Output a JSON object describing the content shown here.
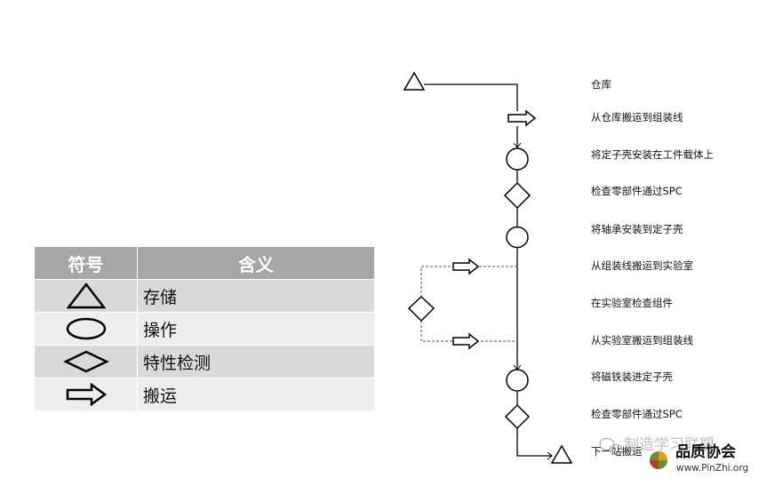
{
  "legend": {
    "header_symbol": "符号",
    "header_meaning": "含义",
    "rows": [
      {
        "icon": "triangle-icon",
        "meaning": "存储"
      },
      {
        "icon": "ellipse-icon",
        "meaning": "操作"
      },
      {
        "icon": "diamond-icon",
        "meaning": "特性检测"
      },
      {
        "icon": "arrow-icon",
        "meaning": "搬运"
      }
    ]
  },
  "flow": {
    "steps": [
      {
        "symbol": "storage",
        "label": "仓库"
      },
      {
        "symbol": "transport",
        "label": "从仓库搬运到组装线"
      },
      {
        "symbol": "operation",
        "label": "将定子壳安装在工件载体上"
      },
      {
        "symbol": "inspection",
        "label": "检查零部件通过SPC"
      },
      {
        "symbol": "operation",
        "label": "将轴承安装到定子壳"
      },
      {
        "symbol": "transport",
        "label": "从组装线搬运到实验室"
      },
      {
        "symbol": "inspection",
        "label": "在实验室检查组件"
      },
      {
        "symbol": "transport",
        "label": "从实验室搬运到组装线"
      },
      {
        "symbol": "operation",
        "label": "将磁铁装进定子壳"
      },
      {
        "symbol": "inspection",
        "label": "检查零部件通过SPC"
      },
      {
        "symbol": "storage",
        "label": "下一站搬运"
      }
    ]
  },
  "watermark": {
    "wechat_text": "制造学习联盟",
    "brand_text": "品质协会",
    "url_text": "www.PinZhi.org"
  },
  "colors": {
    "header_bg": "#a6a6a6",
    "row_dark": "#d9d9d9",
    "row_light": "#ededed",
    "line": "#000000",
    "dashed_line": "#555555"
  }
}
